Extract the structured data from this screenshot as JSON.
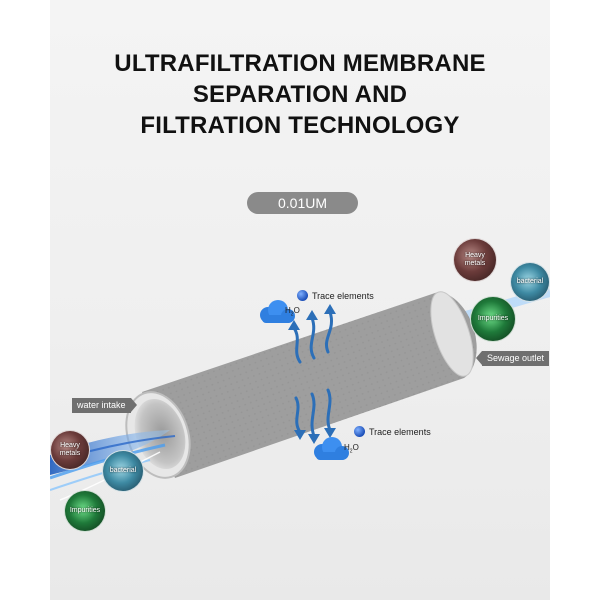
{
  "title": {
    "line1": "ULTRAFILTRATION MEMBRANE",
    "line2": "SEPARATION AND",
    "line3": "FILTRATION TECHNOLOGY"
  },
  "pore_size": "0.01UM",
  "labels": {
    "water_intake": "water intake",
    "sewage_outlet": "Sewage outlet",
    "trace_top": "Trace elements",
    "trace_bottom": "Trace elements",
    "h2o_main": "H",
    "h2o_sub": "2",
    "h2o_end": "O"
  },
  "particles": {
    "heavy_metals": "Heavy metals",
    "bacterial": "bacterial",
    "impurities": "Impurities"
  },
  "icons": [
    "cloud-icon",
    "water-molecule-icon",
    "arrow-icon"
  ],
  "colors": {
    "title": "#111111",
    "pill": "#8a8a8a",
    "tag": "#6f6f6f",
    "arrow": "#2c6fb8",
    "tube": "#c9c9c9"
  }
}
